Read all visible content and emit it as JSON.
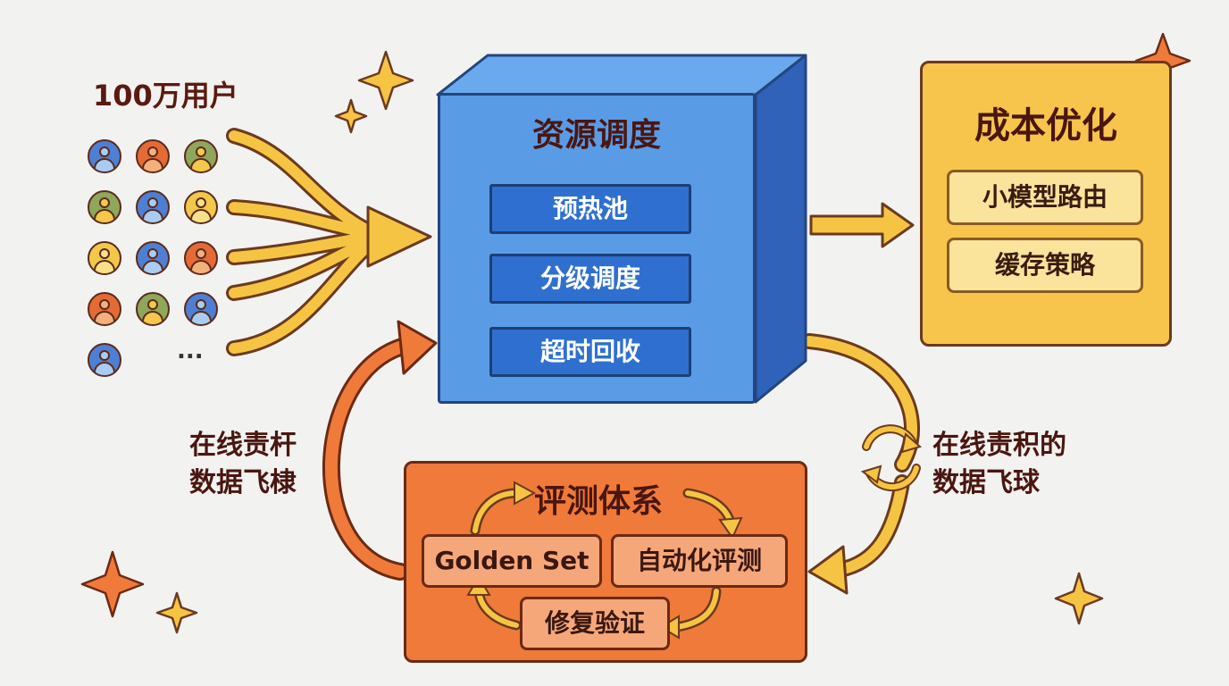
{
  "users": {
    "title": "100万用户",
    "more": "..."
  },
  "resource": {
    "title": "资源调度",
    "items": [
      "预热池",
      "分级调度",
      "超时回收"
    ]
  },
  "cost": {
    "title": "成本优化",
    "items": [
      "小模型路由",
      "缓存策略"
    ]
  },
  "evaluation": {
    "title": "评测体系",
    "golden_set": "Golden Set",
    "auto_eval": "自动化评测",
    "fix_verify": "修复验证"
  },
  "loops": {
    "left_line1": "在线责杆",
    "left_line2": "数据飞棣",
    "right_line1": "在线责积的",
    "right_line2": "数据飞球"
  },
  "colors": {
    "background": "#f2f2f0",
    "resource_blue": "#5a9be6",
    "slab_blue": "#2f6fd0",
    "cost_yellow": "#f7c54c",
    "eval_orange": "#f07a3a",
    "arrow_yellow": "#f6c443",
    "arrow_orange": "#f07a3a"
  }
}
